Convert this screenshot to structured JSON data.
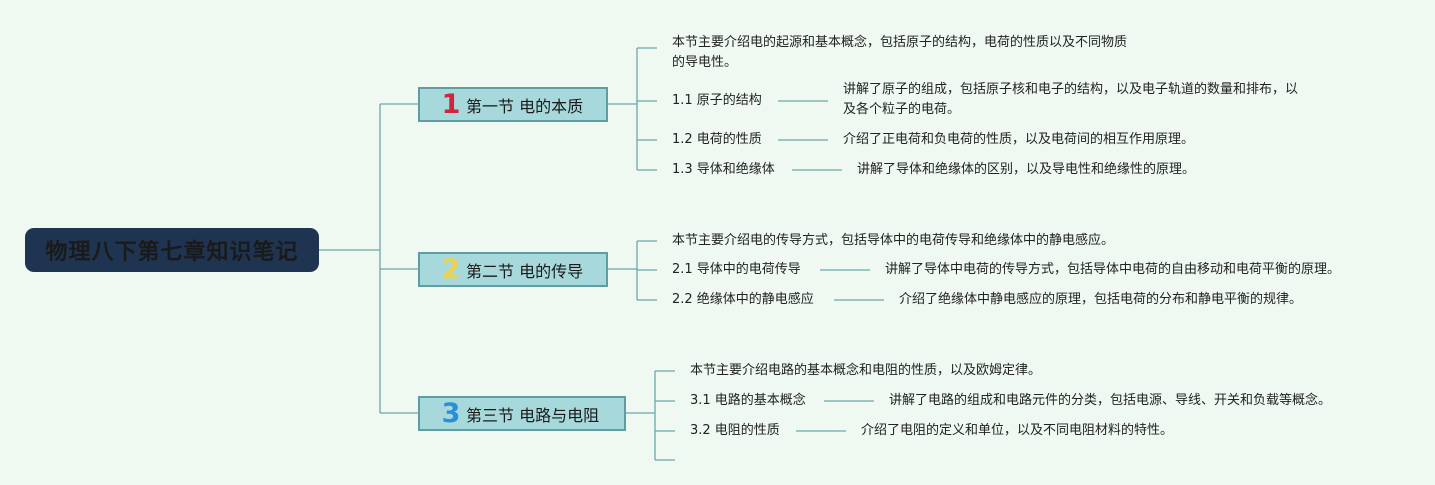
{
  "title": "物理八下第七章知识笔记",
  "colors": {
    "background": "#eff8f1",
    "root": "#1f3450",
    "section_fill": "#a7d9dc",
    "section_border": "#5e9da2",
    "line": "#6aa8a8"
  },
  "sections": [
    {
      "number": "1",
      "number_color": "#d0243a",
      "label": "第一节 电的本质",
      "summary": [
        "本节主要介绍电的起源和基本概念，包括原子的结构，电荷的性质以及不同物质",
        "的导电性。"
      ],
      "items": [
        {
          "label": "1.1 原子的结构",
          "detail": [
            "讲解了原子的组成，包括原子核和电子的结构，以及电子轨道的数量和排布，以",
            "及各个粒子的电荷。"
          ]
        },
        {
          "label": "1.2 电荷的性质",
          "detail": [
            "介绍了正电荷和负电荷的性质，以及电荷间的相互作用原理。"
          ]
        },
        {
          "label": "1.3 导体和绝缘体",
          "detail": [
            "讲解了导体和绝缘体的区别，以及导电性和绝缘性的原理。"
          ]
        }
      ]
    },
    {
      "number": "2",
      "number_color": "#f0d24a",
      "label": "第二节 电的传导",
      "summary": [
        "本节主要介绍电的传导方式，包括导体中的电荷传导和绝缘体中的静电感应。"
      ],
      "items": [
        {
          "label": "2.1 导体中的电荷传导",
          "detail": [
            "讲解了导体中电荷的传导方式，包括导体中电荷的自由移动和电荷平衡的原理。"
          ]
        },
        {
          "label": "2.2 绝缘体中的静电感应",
          "detail": [
            "介绍了绝缘体中静电感应的原理，包括电荷的分布和静电平衡的规律。"
          ]
        }
      ]
    },
    {
      "number": "3",
      "number_color": "#2a8fd6",
      "label": "第三节 电路与电阻",
      "summary": [
        "本节主要介绍电路的基本概念和电阻的性质，以及欧姆定律。"
      ],
      "items": [
        {
          "label": "3.1 电路的基本概念",
          "detail": [
            "讲解了电路的组成和电路元件的分类，包括电源、导线、开关和负载等概念。"
          ]
        },
        {
          "label": "3.2 电阻的性质",
          "detail": [
            "介绍了电阻的定义和单位，以及不同电阻材料的特性。"
          ]
        }
      ]
    }
  ]
}
